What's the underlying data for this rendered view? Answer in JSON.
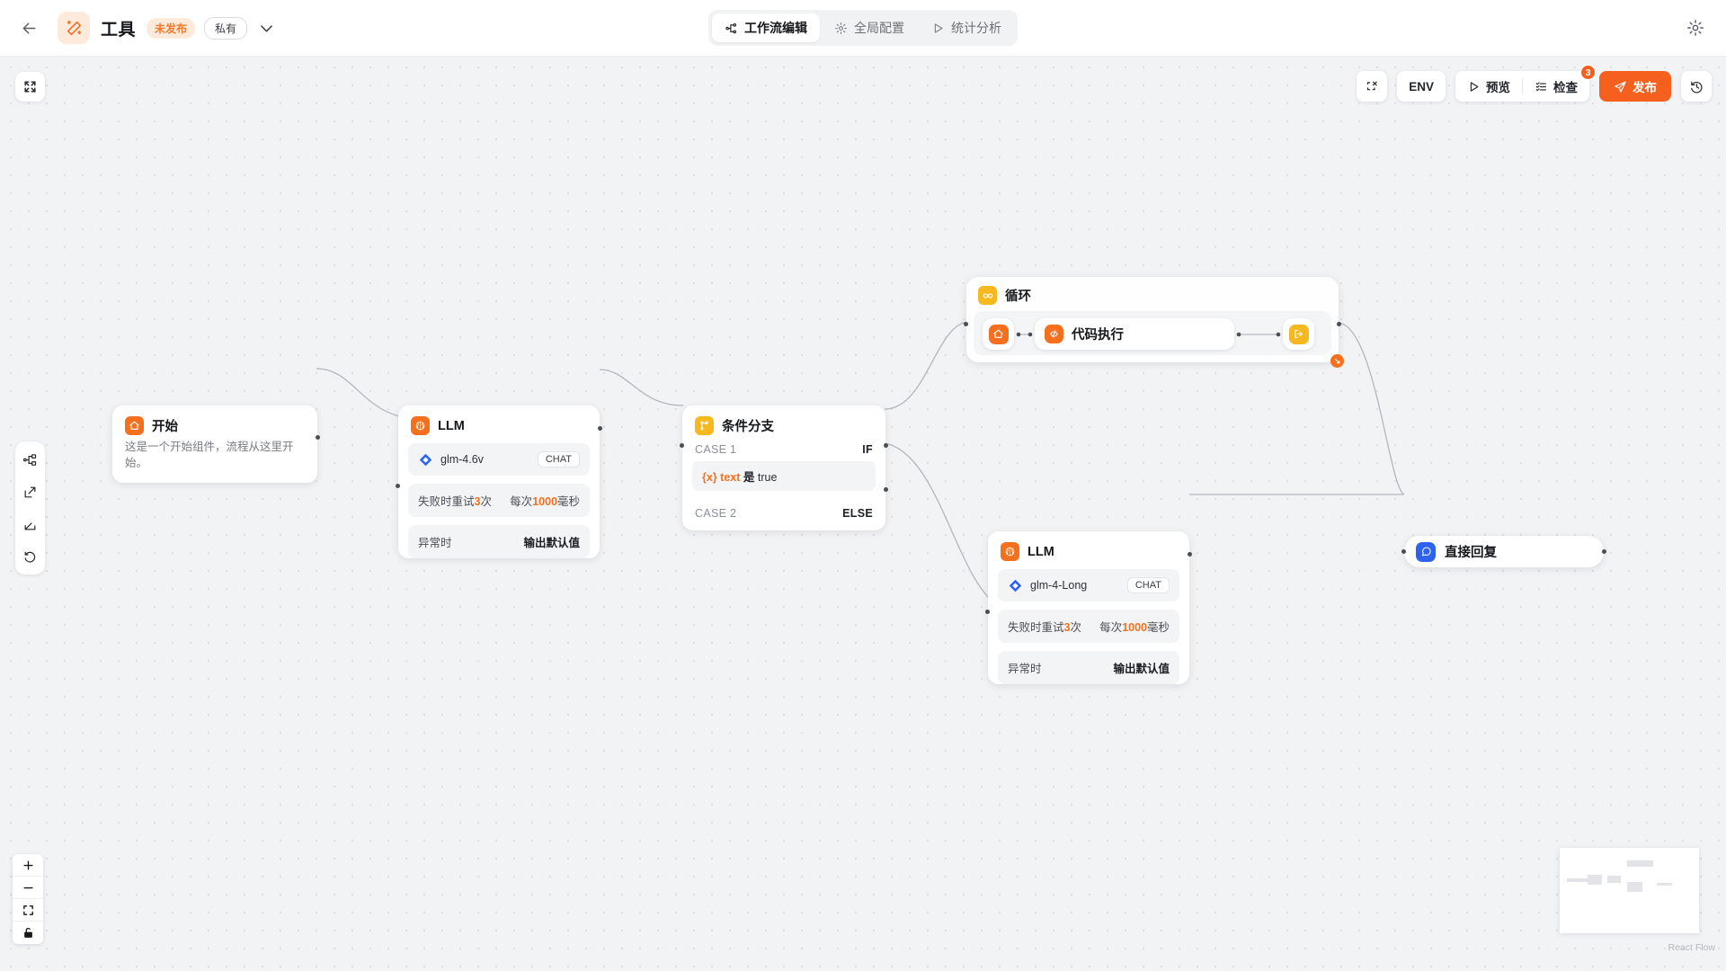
{
  "header": {
    "back_icon": "back-arrow-icon",
    "app_icon": "magic-wand-icon",
    "title": "工具",
    "status_badge": "未发布",
    "visibility_badge": "私有",
    "chevron_icon": "chevron-down-icon",
    "gear_icon": "gear-icon",
    "tabs": [
      {
        "label": "工作流编辑",
        "icon": "workflow-icon",
        "active": true
      },
      {
        "label": "全局配置",
        "icon": "gear-icon",
        "active": false
      },
      {
        "label": "统计分析",
        "icon": "play-icon",
        "active": false
      }
    ]
  },
  "toolbar": {
    "clear_icon": "clear-selection-icon",
    "env_label": "ENV",
    "preview_label": "预览",
    "preview_icon": "play-icon",
    "check_label": "检查",
    "check_icon": "checklist-icon",
    "check_count": "3",
    "publish_label": "发布",
    "publish_icon": "send-icon",
    "history_icon": "history-icon",
    "accent_color": "#f5601f"
  },
  "canvas_controls": {
    "fullscreen_icon": "expand-icon",
    "tools": [
      {
        "icon": "node-tree-icon",
        "name": "organize-nodes"
      },
      {
        "icon": "import-icon",
        "name": "import-flow"
      },
      {
        "icon": "export-icon",
        "name": "export-flow"
      },
      {
        "icon": "undo-icon",
        "name": "undo"
      }
    ],
    "zoom": [
      {
        "icon": "plus-icon",
        "name": "zoom-in",
        "glyph": "+"
      },
      {
        "icon": "minus-icon",
        "name": "zoom-out",
        "glyph": "−"
      },
      {
        "icon": "fit-view-icon",
        "name": "fit-view"
      },
      {
        "icon": "lock-icon",
        "name": "lock-canvas"
      }
    ]
  },
  "nodes": {
    "start": {
      "title": "开始",
      "icon": "home-icon",
      "description": "这是一个开始组件，流程从这里开始。"
    },
    "llm1": {
      "title": "LLM",
      "icon": "brain-icon",
      "model": "glm-4.6v",
      "model_icon": "zhipu-diamond-icon",
      "mode_badge": "CHAT",
      "retry_label_pre": "失败时重试",
      "retry_count": "3",
      "retry_label_post": "次",
      "interval_pre": "每次",
      "interval_value": "1000",
      "interval_post": "毫秒",
      "exception_label": "异常时",
      "exception_value": "输出默认值"
    },
    "condition": {
      "title": "条件分支",
      "icon": "branch-icon",
      "case1_label": "CASE 1",
      "case1_tag": "IF",
      "expr_var": "{x} text",
      "expr_op": "是",
      "expr_value": "true",
      "case2_label": "CASE 2",
      "case2_tag": "ELSE"
    },
    "loop": {
      "title": "循环",
      "icon": "infinity-icon",
      "inner_start_icon": "home-icon",
      "inner_node_title": "代码执行",
      "inner_node_icon": "code-icon",
      "inner_exit_icon": "exit-icon",
      "resize_icon": "resize-handle-icon"
    },
    "llm2": {
      "title": "LLM",
      "icon": "brain-icon",
      "model": "glm-4-Long",
      "model_icon": "zhipu-diamond-icon",
      "mode_badge": "CHAT",
      "retry_label_pre": "失败时重试",
      "retry_count": "3",
      "retry_label_post": "次",
      "interval_pre": "每次",
      "interval_value": "1000",
      "interval_post": "毫秒",
      "exception_label": "异常时",
      "exception_value": "输出默认值"
    },
    "reply": {
      "title": "直接回复",
      "icon": "chat-reply-icon"
    }
  },
  "minimap": {
    "attribution": "React Flow"
  }
}
